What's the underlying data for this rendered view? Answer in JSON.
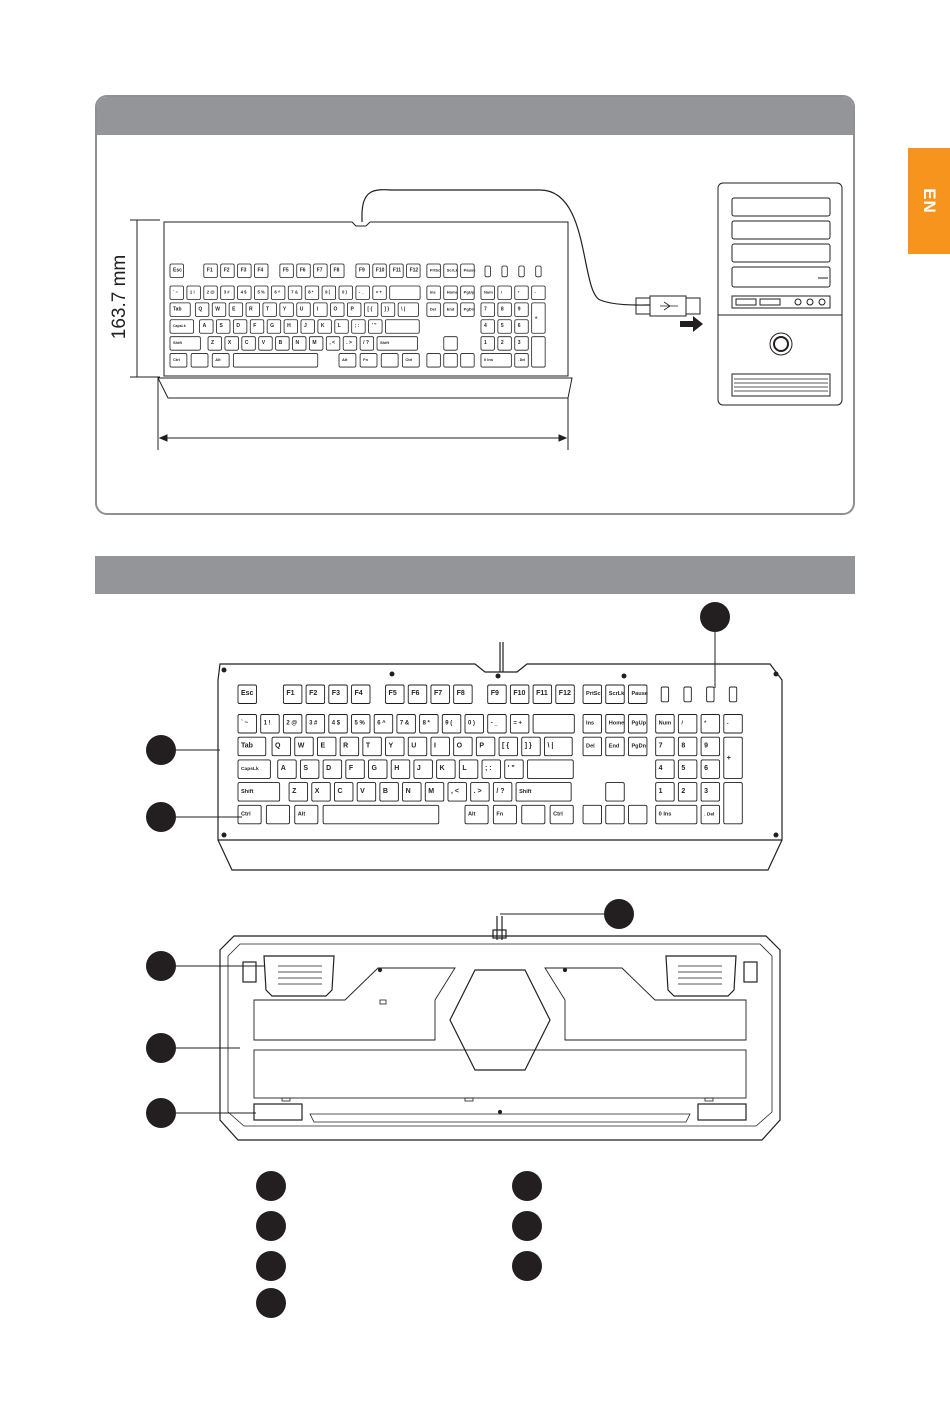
{
  "lang_tab": "EN",
  "dimension_height": "163.7 mm",
  "keyboard_labels": {
    "row_fn": [
      "Esc",
      "F1",
      "F2",
      "F3",
      "F4",
      "F5",
      "F6",
      "F7",
      "F8",
      "F9",
      "F10",
      "F11",
      "F12",
      "PrtSc",
      "ScrLk",
      "Pause"
    ],
    "nav_top": [
      "Ins",
      "Home",
      "PgUp"
    ],
    "nav_mid": [
      "Del",
      "End",
      "PgDn"
    ],
    "row_num_left": [
      "` ~",
      "1 !",
      "2 @",
      "3 #",
      "4 $",
      "5 %",
      "6 ^",
      "7 &",
      "8 *",
      "9 (",
      "0 )",
      "- _",
      "= +"
    ],
    "row_q": [
      "Q",
      "W",
      "E",
      "R",
      "T",
      "Y",
      "U",
      "I",
      "O",
      "P",
      "[ {",
      "] }",
      "\\ |"
    ],
    "row_a": [
      "A",
      "S",
      "D",
      "F",
      "G",
      "H",
      "J",
      "K",
      "L",
      "; :",
      "' \""
    ],
    "row_z": [
      "Z",
      "X",
      "C",
      "V",
      "B",
      "N",
      "M",
      ", <",
      ". >",
      "/ ?"
    ],
    "mods": {
      "esc": "Esc",
      "tab": "Tab",
      "caps": "CapsLk",
      "shift": "Shift",
      "ctrl": "Ctrl",
      "alt": "Alt",
      "fn": "Fn"
    },
    "numpad": [
      "Num",
      "/",
      "*",
      "-",
      "7",
      "8",
      "9",
      "+",
      "4",
      "5",
      "6",
      "1",
      "2",
      "3",
      "0 Ins",
      ". Del"
    ]
  }
}
